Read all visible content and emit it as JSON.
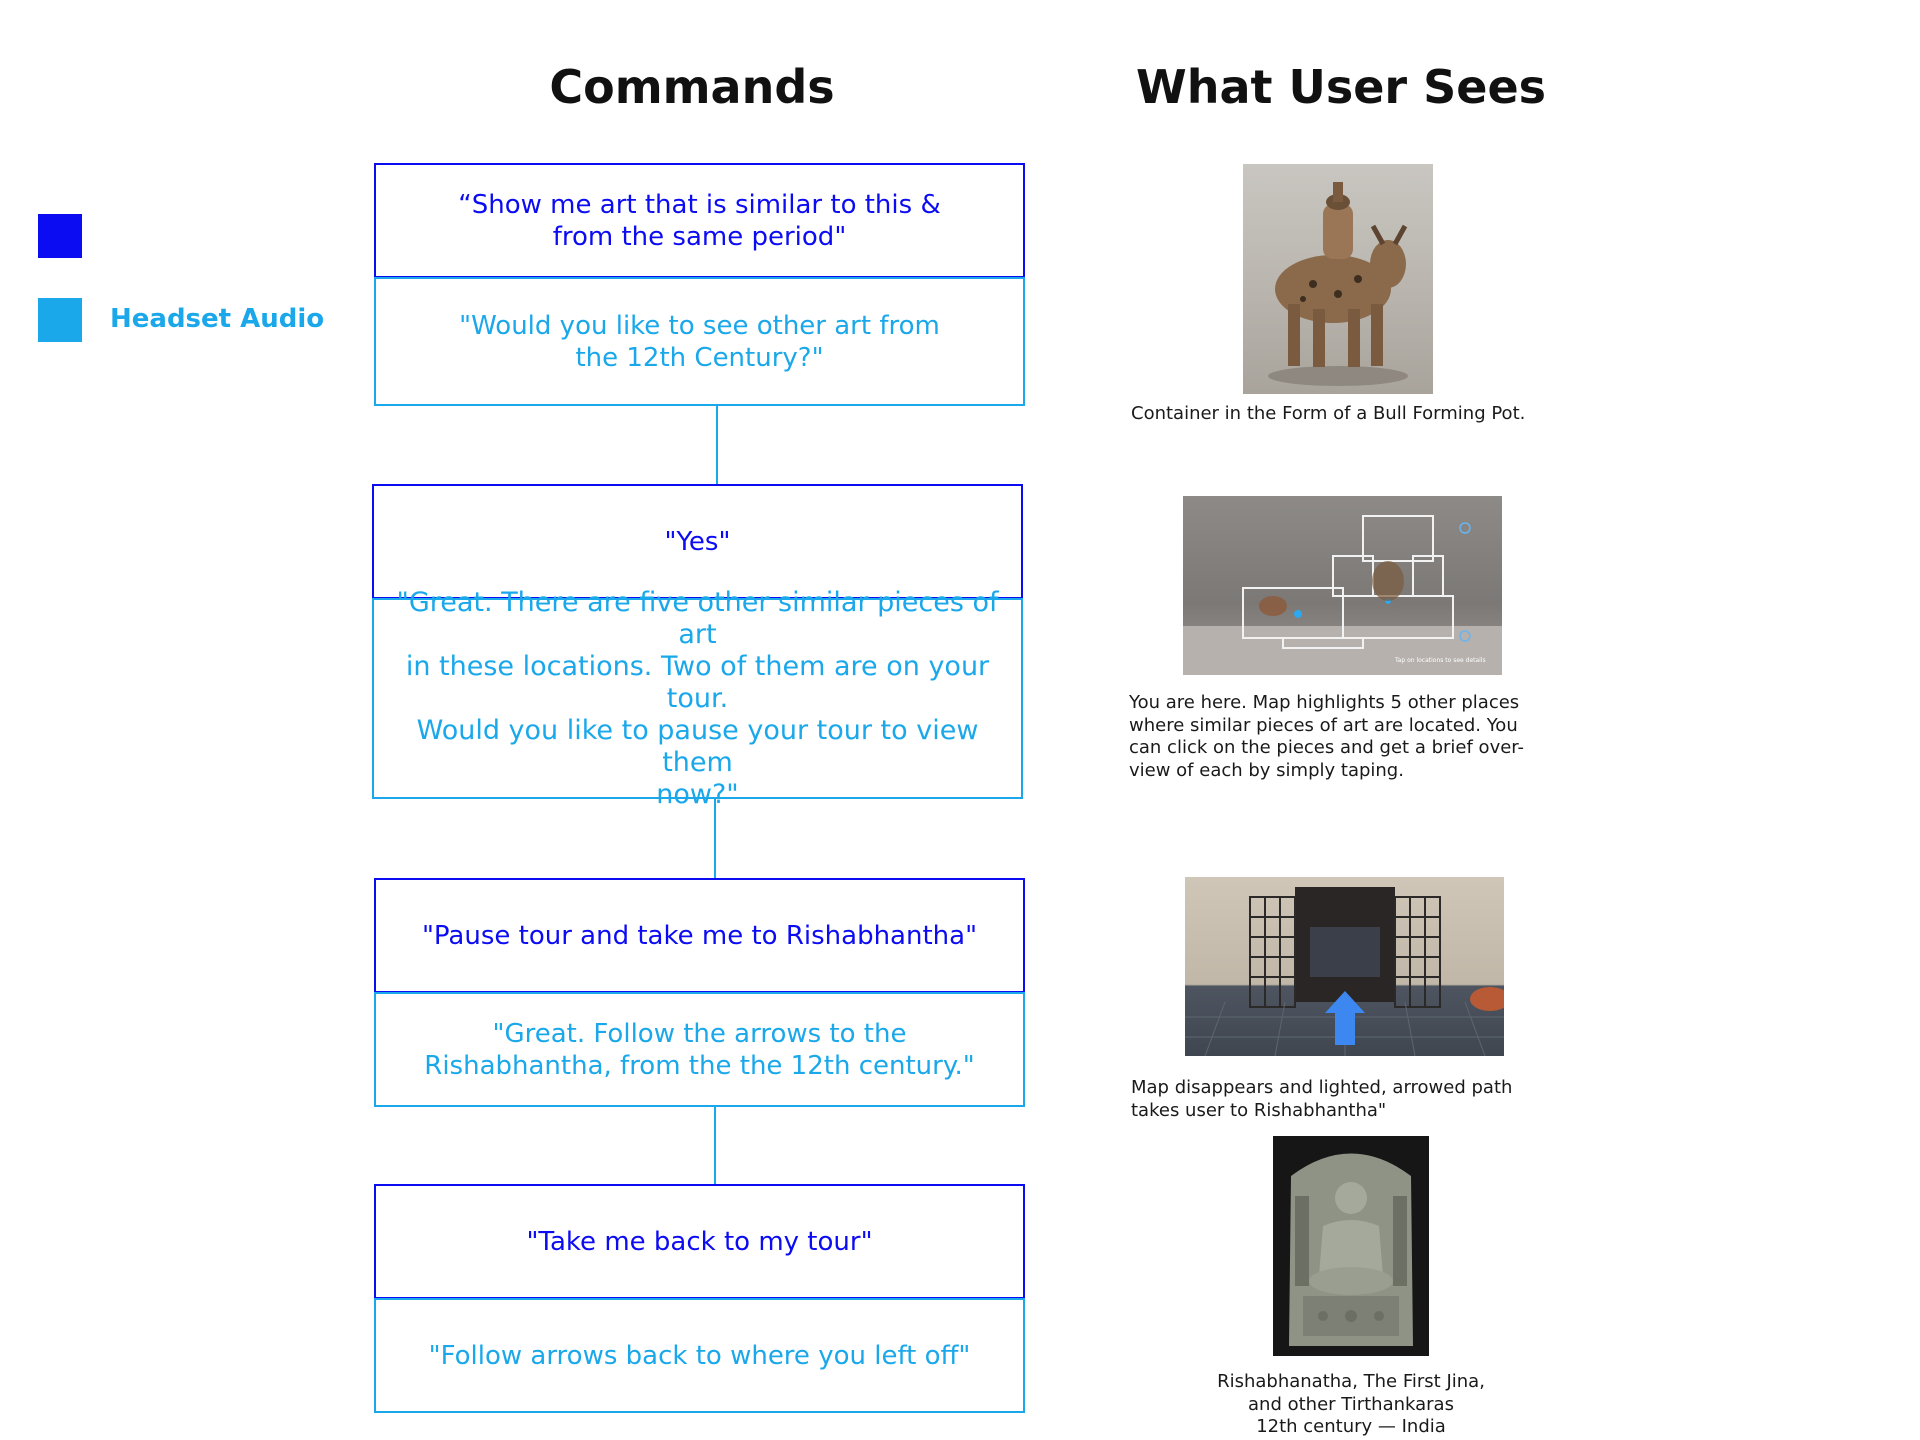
{
  "headings": {
    "commands": "Commands",
    "what_user_sees": "What User Sees"
  },
  "legend": {
    "items": [
      {
        "color": "#0c0cf2",
        "label": ""
      },
      {
        "color": "#1aa8ea",
        "label": "Headset Audio"
      }
    ]
  },
  "steps": [
    {
      "command": "“Show me art that is similar to this &\nfrom the same period\"",
      "audio": "\"Would you like to see other art from\nthe 12th Century?\""
    },
    {
      "command": "\"Yes\"",
      "audio": "\"Great. There are five other similar pieces of art\nin these locations. Two of them are on your tour.\nWould you like to pause your tour to view them\nnow?\""
    },
    {
      "command": "\"Pause tour and take me to Rishabhantha\"",
      "audio": "\"Great. Follow the arrows to the\nRishabhantha, from the the 12th century.\""
    },
    {
      "command": "\"Take me back to my tour\"",
      "audio": "\"Follow arrows back to where you left off\""
    }
  ],
  "views": [
    {
      "image": "bull-pot-photo",
      "caption": "Container in the Form of a Bull Forming Pot."
    },
    {
      "image": "museum-map-overlay",
      "map_hint": "Tap on locations to see details",
      "caption": "You are here. Map highlights 5 other places\nwhere similar pieces of art are located. You\ncan click on the pieces and get a brief over-\nview of each by simply taping."
    },
    {
      "image": "gallery-arrow-path",
      "caption": "Map disappears and lighted, arrowed path\ntakes user to Rishabhantha\""
    },
    {
      "image": "rishabhanatha-sculpture",
      "caption": "Rishabhanatha, The First Jina,\nand other Tirthankaras\n12th century — India"
    }
  ],
  "colors": {
    "command_blue": "#0c0cf2",
    "audio_blue": "#1aa8ea"
  }
}
